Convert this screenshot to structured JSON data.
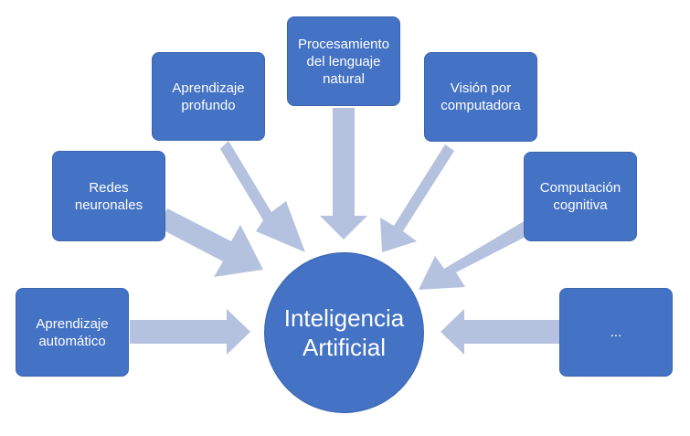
{
  "diagram": {
    "colors": {
      "node_fill": "#4472c4",
      "arrow_fill": "#b4c2e0",
      "background": "#ffffff"
    },
    "hub": {
      "label_line1": "Inteligencia",
      "label_line2": "Artificial"
    },
    "nodes": [
      {
        "id": "aprendizaje-automatico",
        "line1": "Aprendizaje",
        "line2": "automático",
        "line3": ""
      },
      {
        "id": "redes-neuronales",
        "line1": "Redes",
        "line2": "neuronales",
        "line3": ""
      },
      {
        "id": "aprendizaje-profundo",
        "line1": "Aprendizaje",
        "line2": "profundo",
        "line3": ""
      },
      {
        "id": "procesamiento-lenguaje",
        "line1": "Procesamiento",
        "line2": "del lenguaje",
        "line3": "natural"
      },
      {
        "id": "vision-computadora",
        "line1": "Visión por",
        "line2": "computadora",
        "line3": ""
      },
      {
        "id": "computacion-cognitiva",
        "line1": "Computación",
        "line2": "cognitiva",
        "line3": ""
      },
      {
        "id": "more",
        "line1": "...",
        "line2": "",
        "line3": ""
      }
    ]
  }
}
